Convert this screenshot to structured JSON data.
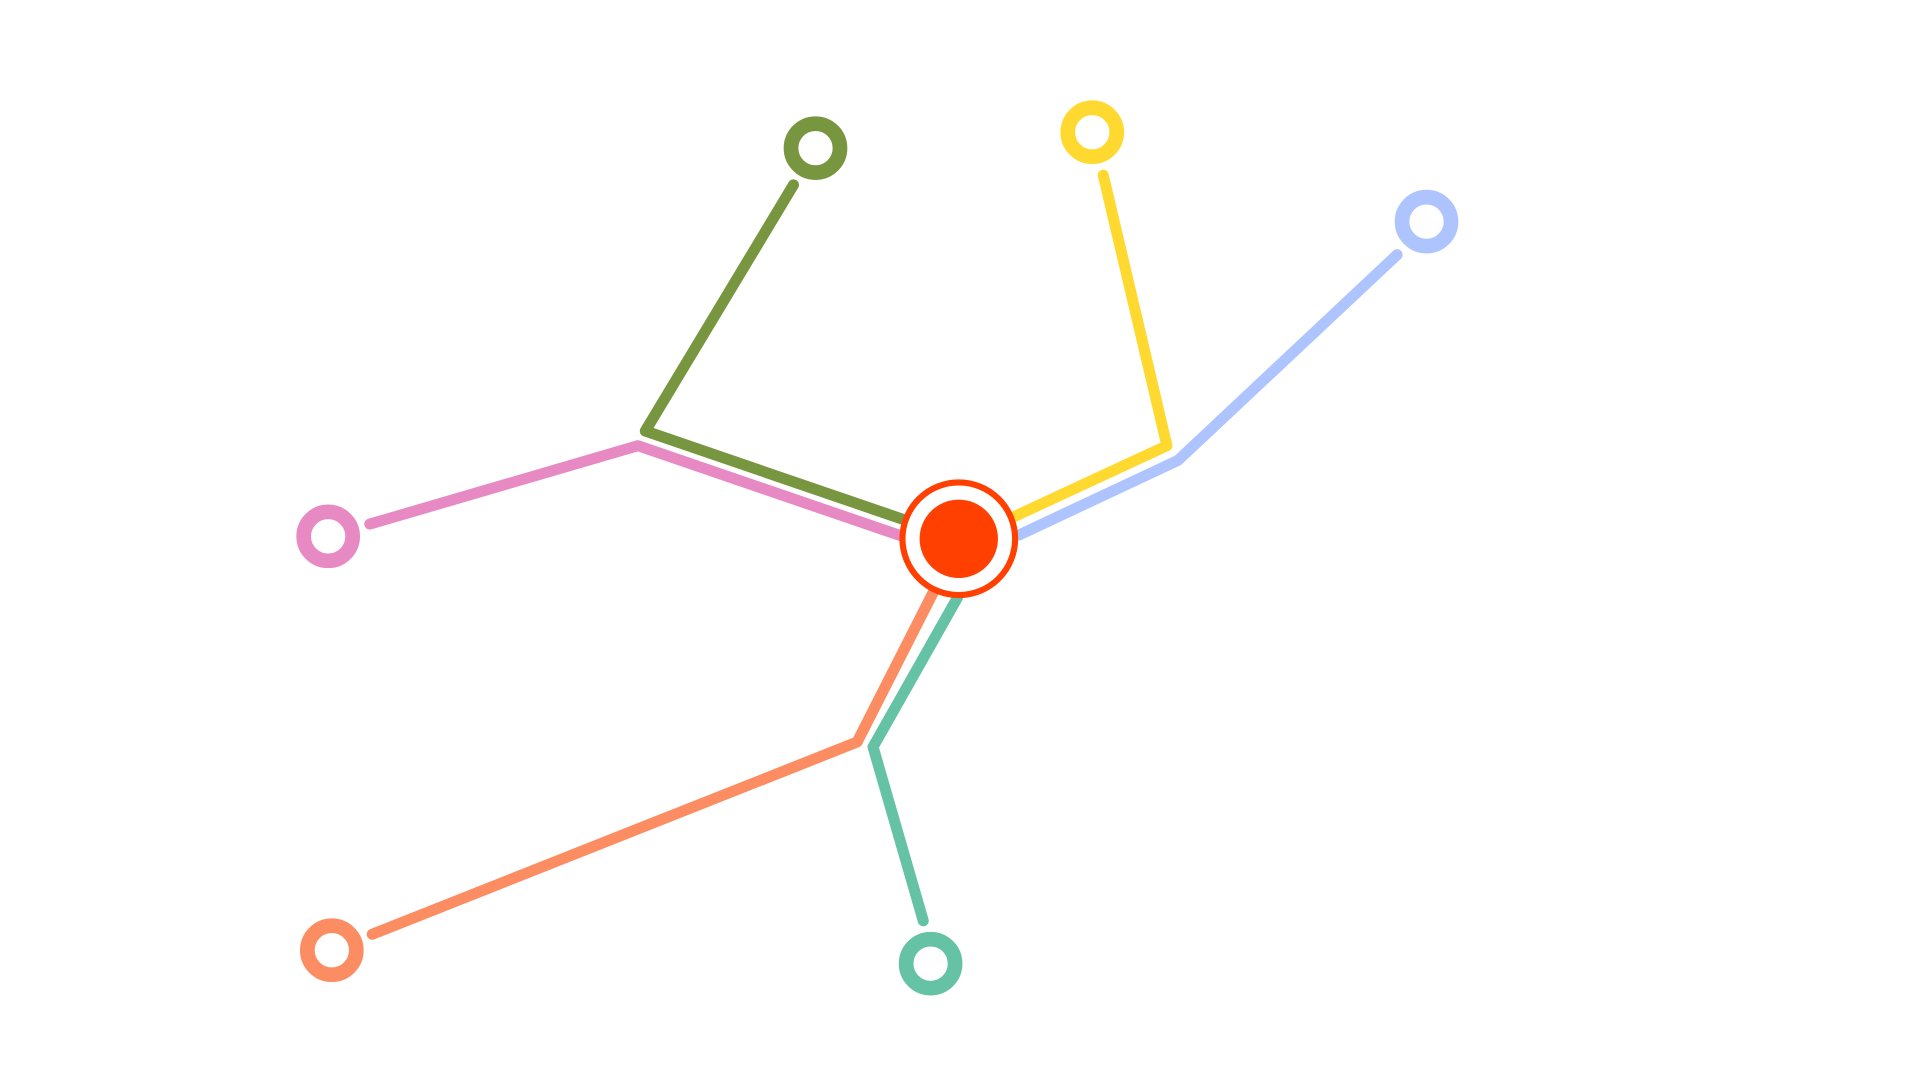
{
  "hub": {
    "color": "#FF4000"
  },
  "routes": [
    {
      "id": "green",
      "color": "#77963F"
    },
    {
      "id": "pink",
      "color": "#E78AC3"
    },
    {
      "id": "yellow",
      "color": "#FFD92F"
    },
    {
      "id": "blue",
      "color": "#ADC4FF"
    },
    {
      "id": "orange",
      "color": "#FC8D62"
    },
    {
      "id": "teal",
      "color": "#66C2A5"
    }
  ]
}
